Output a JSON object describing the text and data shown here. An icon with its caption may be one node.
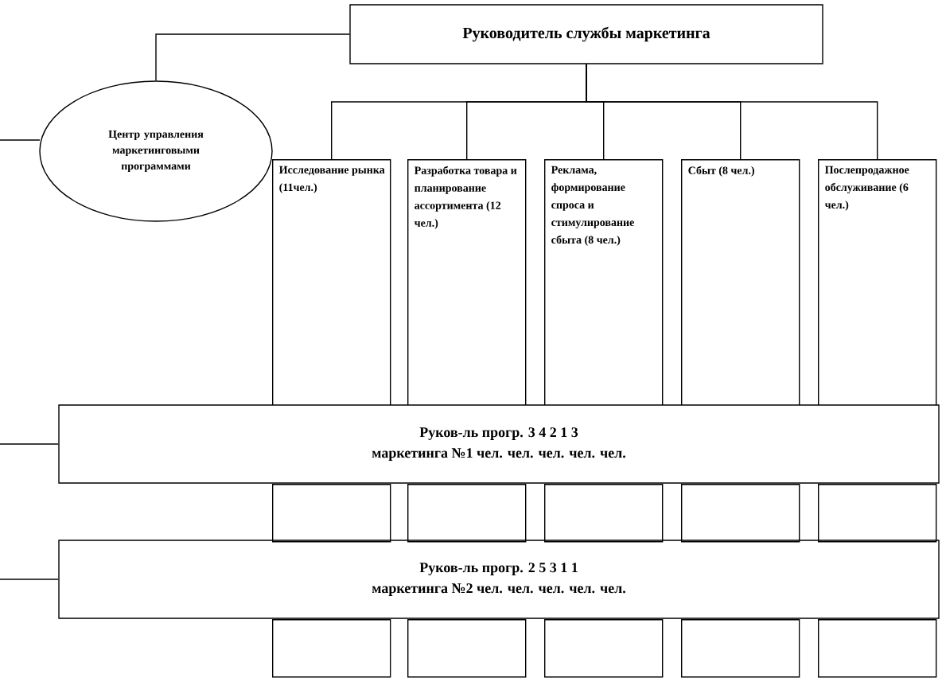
{
  "diagram": {
    "nodes": [
      {
        "text": [
          "Руководитель службы маркетинга"
        ]
      },
      {
        "text": [
          "Центр управления маркетинговыми программами"
        ]
      },
      {
        "text": [
          "Исследование рынка (11чел.)"
        ]
      },
      {
        "text": [
          "Разработка товара и планирование ассортимента (12 чел.)"
        ]
      },
      {
        "text": [
          "Реклама, формирование спроса и стимулирование сбыта (8 чел.)"
        ]
      },
      {
        "text": [
          "Сбыт (8 чел.)"
        ]
      },
      {
        "text": [
          "Послепродажное обслуживание (6 чел.)"
        ]
      },
      {
        "text": [
          "Руков-ль прогр. 3 4 2 1 3",
          "маркетинга №1 чел. чел. чел. чел. чел."
        ]
      },
      {
        "text": [
          "Руков-ль прогр. 2 5 3 1 1",
          "маркетинга №2 чел. чел. чел. чел. чел."
        ]
      },
      {
        "text": [],
        "shape": "box"
      },
      {
        "text": [],
        "shape": "box"
      },
      {
        "text": [],
        "shape": "box"
      },
      {
        "text": [],
        "shape": "box"
      },
      {
        "text": [],
        "shape": "box"
      },
      {
        "text": [],
        "shape": "box"
      },
      {
        "text": [],
        "shape": "box"
      },
      {
        "text": [],
        "shape": "box"
      },
      {
        "text": [],
        "shape": "box"
      },
      {
        "text": [],
        "shape": "box"
      }
    ],
    "edges": [
      {
        "from": 0,
        "to": 1,
        "arrow": "none"
      },
      {
        "from": 0,
        "to": 2,
        "arrow": "none"
      },
      {
        "from": 0,
        "to": 3,
        "arrow": "none"
      },
      {
        "from": 0,
        "to": 4,
        "arrow": "none"
      },
      {
        "from": 0,
        "to": 5,
        "arrow": "none"
      },
      {
        "from": 0,
        "to": 6,
        "arrow": "none"
      },
      {
        "from": null,
        "to": 1,
        "arrow": "none"
      },
      {
        "from": null,
        "to": 7,
        "arrow": "none"
      },
      {
        "from": null,
        "to": 8,
        "arrow": "none"
      }
    ]
  }
}
